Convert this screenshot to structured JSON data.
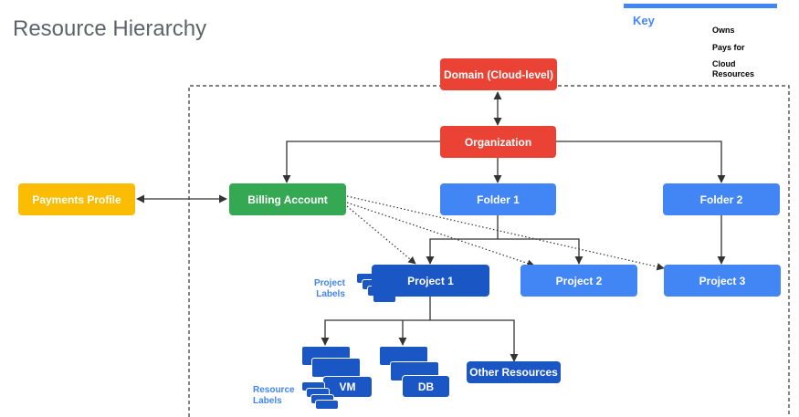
{
  "title": "Resource Hierarchy",
  "nodes": {
    "domain": "Domain (Cloud-level)",
    "organization": "Organization",
    "payments": "Payments Profile",
    "billing": "Billing Account",
    "folder1": "Folder 1",
    "folder2": "Folder 2",
    "project1": "Project 1",
    "project2": "Project 2",
    "project3": "Project 3",
    "vm": "VM",
    "db": "DB",
    "other": "Other Resources"
  },
  "labels": {
    "project_labels": [
      "Project",
      "Labels"
    ],
    "resource_labels": [
      "Resource",
      "Labels"
    ]
  },
  "key": {
    "title": "Key",
    "owns": "Owns",
    "pays_for": "Pays for",
    "cloud_resources": [
      "Cloud",
      "Resources"
    ]
  },
  "colors": {
    "red": "#ea4335",
    "blue": "#4285f4",
    "green": "#34a853",
    "yellow": "#fbbc04",
    "dark_blue": "#1a56c4"
  }
}
